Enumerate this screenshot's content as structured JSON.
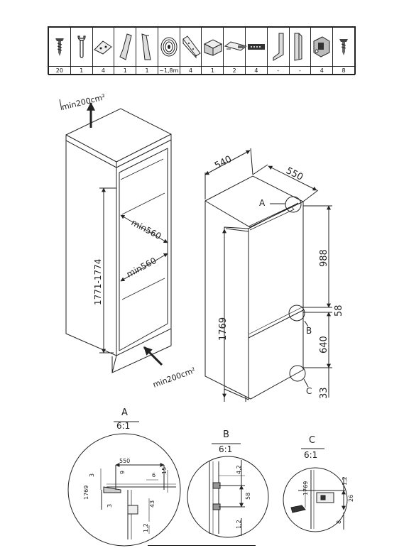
{
  "parts": [
    {
      "icon": "screw-icon",
      "qty": "20"
    },
    {
      "icon": "wrench-icon",
      "qty": "1"
    },
    {
      "icon": "plate-icon",
      "qty": "4"
    },
    {
      "icon": "panel-left-icon",
      "qty": "1"
    },
    {
      "icon": "panel-right-icon",
      "qty": "1"
    },
    {
      "icon": "seal-tape-icon",
      "qty": "~1,8m"
    },
    {
      "icon": "rail-icon",
      "qty": "4"
    },
    {
      "icon": "bracket-icon",
      "qty": "1"
    },
    {
      "icon": "slider-icon",
      "qty": "2"
    },
    {
      "icon": "clip-icon",
      "qty": "4"
    },
    {
      "icon": "trim-left-icon",
      "qty": "-"
    },
    {
      "icon": "trim-right-icon",
      "qty": "-"
    },
    {
      "icon": "hinge-icon",
      "qty": "4"
    },
    {
      "icon": "screw-small-icon",
      "qty": "8"
    }
  ],
  "cabinet": {
    "vent_top": "min200cm²",
    "vent_bottom": "min200cm²",
    "height_range": "1771-1774",
    "depth_upper": "min560",
    "depth_lower": "min560"
  },
  "appliance": {
    "width": "540",
    "depth": "550",
    "height": "1769",
    "upper_dim": "988",
    "gap_dim": "58",
    "lower_dim": "640",
    "bottom_dim": "33",
    "marker_a": "A",
    "marker_b": "B",
    "marker_c": "C"
  },
  "details": {
    "a": {
      "title": "A",
      "scale": "6:1",
      "dims": [
        "550",
        "3",
        "6",
        "15",
        "9",
        "1769",
        "3",
        "43",
        "1,2"
      ]
    },
    "b": {
      "title": "B",
      "scale": "6:1",
      "dims": [
        "4,2",
        "58",
        "1,2"
      ]
    },
    "c": {
      "title": "C",
      "scale": "6:1",
      "dims": [
        "1769",
        "1,2",
        "26",
        "8"
      ]
    }
  }
}
